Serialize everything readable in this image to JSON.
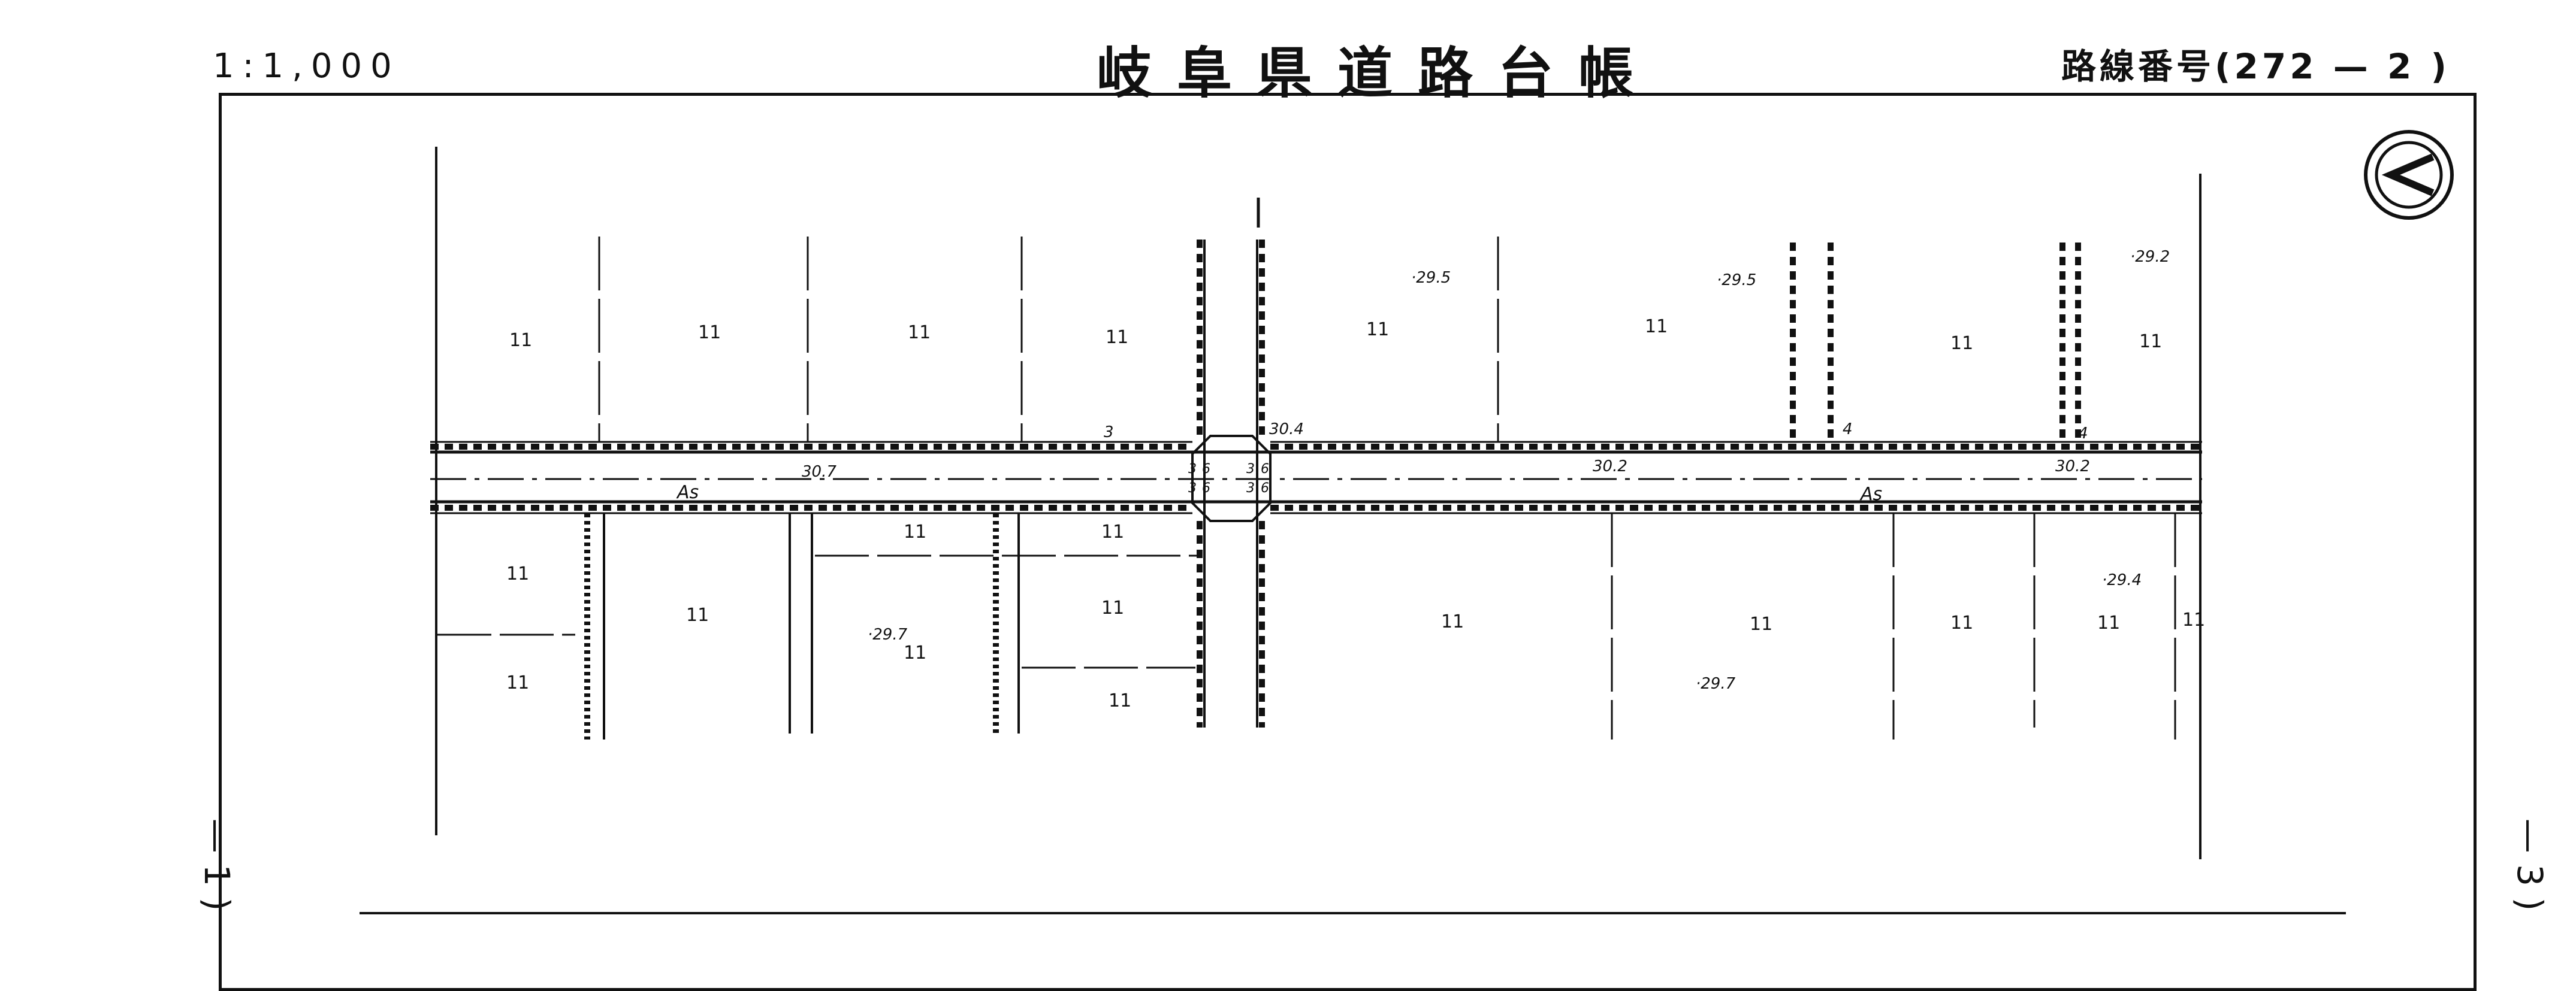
{
  "header": {
    "scale": "1:1,000",
    "title": "岐阜県道路台帳",
    "route": "路線番号(272 — 2 )"
  },
  "side_labels": {
    "left": "— 1 )",
    "right": "— 3 )"
  },
  "map": {
    "road_surface_labels": [
      "As",
      "As"
    ],
    "road_widths": [
      "3",
      "4",
      "4"
    ],
    "intersection_dims": [
      "3",
      "6",
      "3",
      "6",
      "3",
      "6",
      "3",
      "6"
    ],
    "elevations": [
      "·29.5",
      "·29.5",
      "·29.2",
      "·29.7",
      "·29.4",
      "·29.7"
    ],
    "centerline_elevations": [
      "30.7",
      "30.2",
      "30.2",
      "30.4"
    ],
    "parcel_mark": "11",
    "compass": "north-arrow-icon"
  }
}
